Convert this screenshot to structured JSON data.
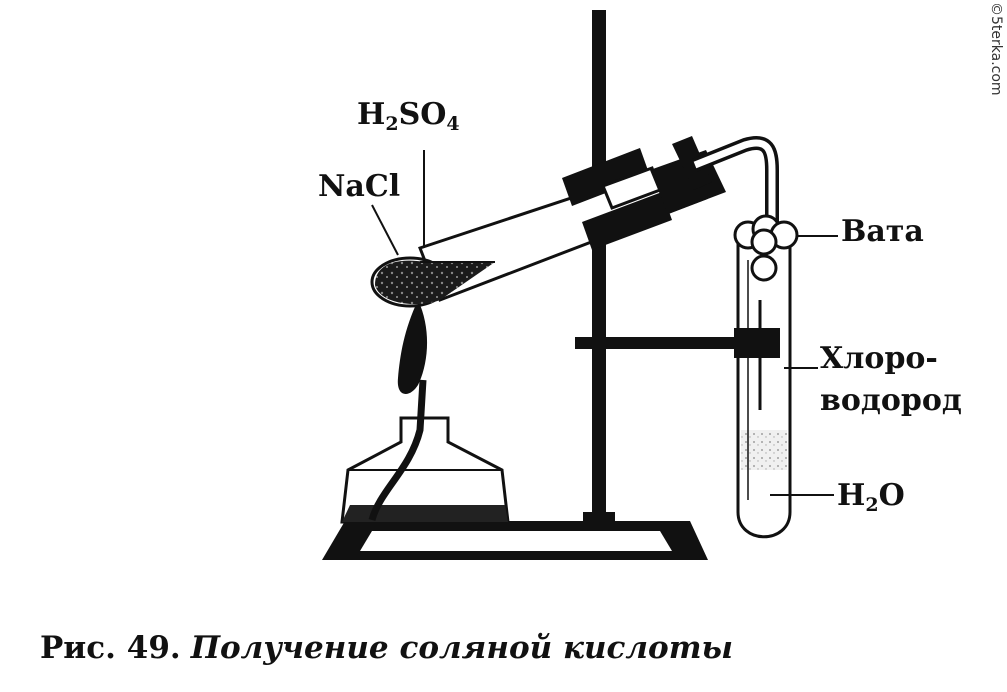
{
  "labels": {
    "nacl": "NaCl",
    "h2so4": {
      "base": "H",
      "sub1": "2",
      "mid": "SO",
      "sub2": "4"
    },
    "vata": "Вата",
    "hcl_line1": "Хлоро-",
    "hcl_line2": "водород",
    "h2o": {
      "base": "H",
      "sub": "2",
      "end": "O"
    }
  },
  "watermark": "©5terka.com",
  "caption": {
    "figure": "Рис. 49.",
    "title": "Получение соляной кислоты"
  }
}
